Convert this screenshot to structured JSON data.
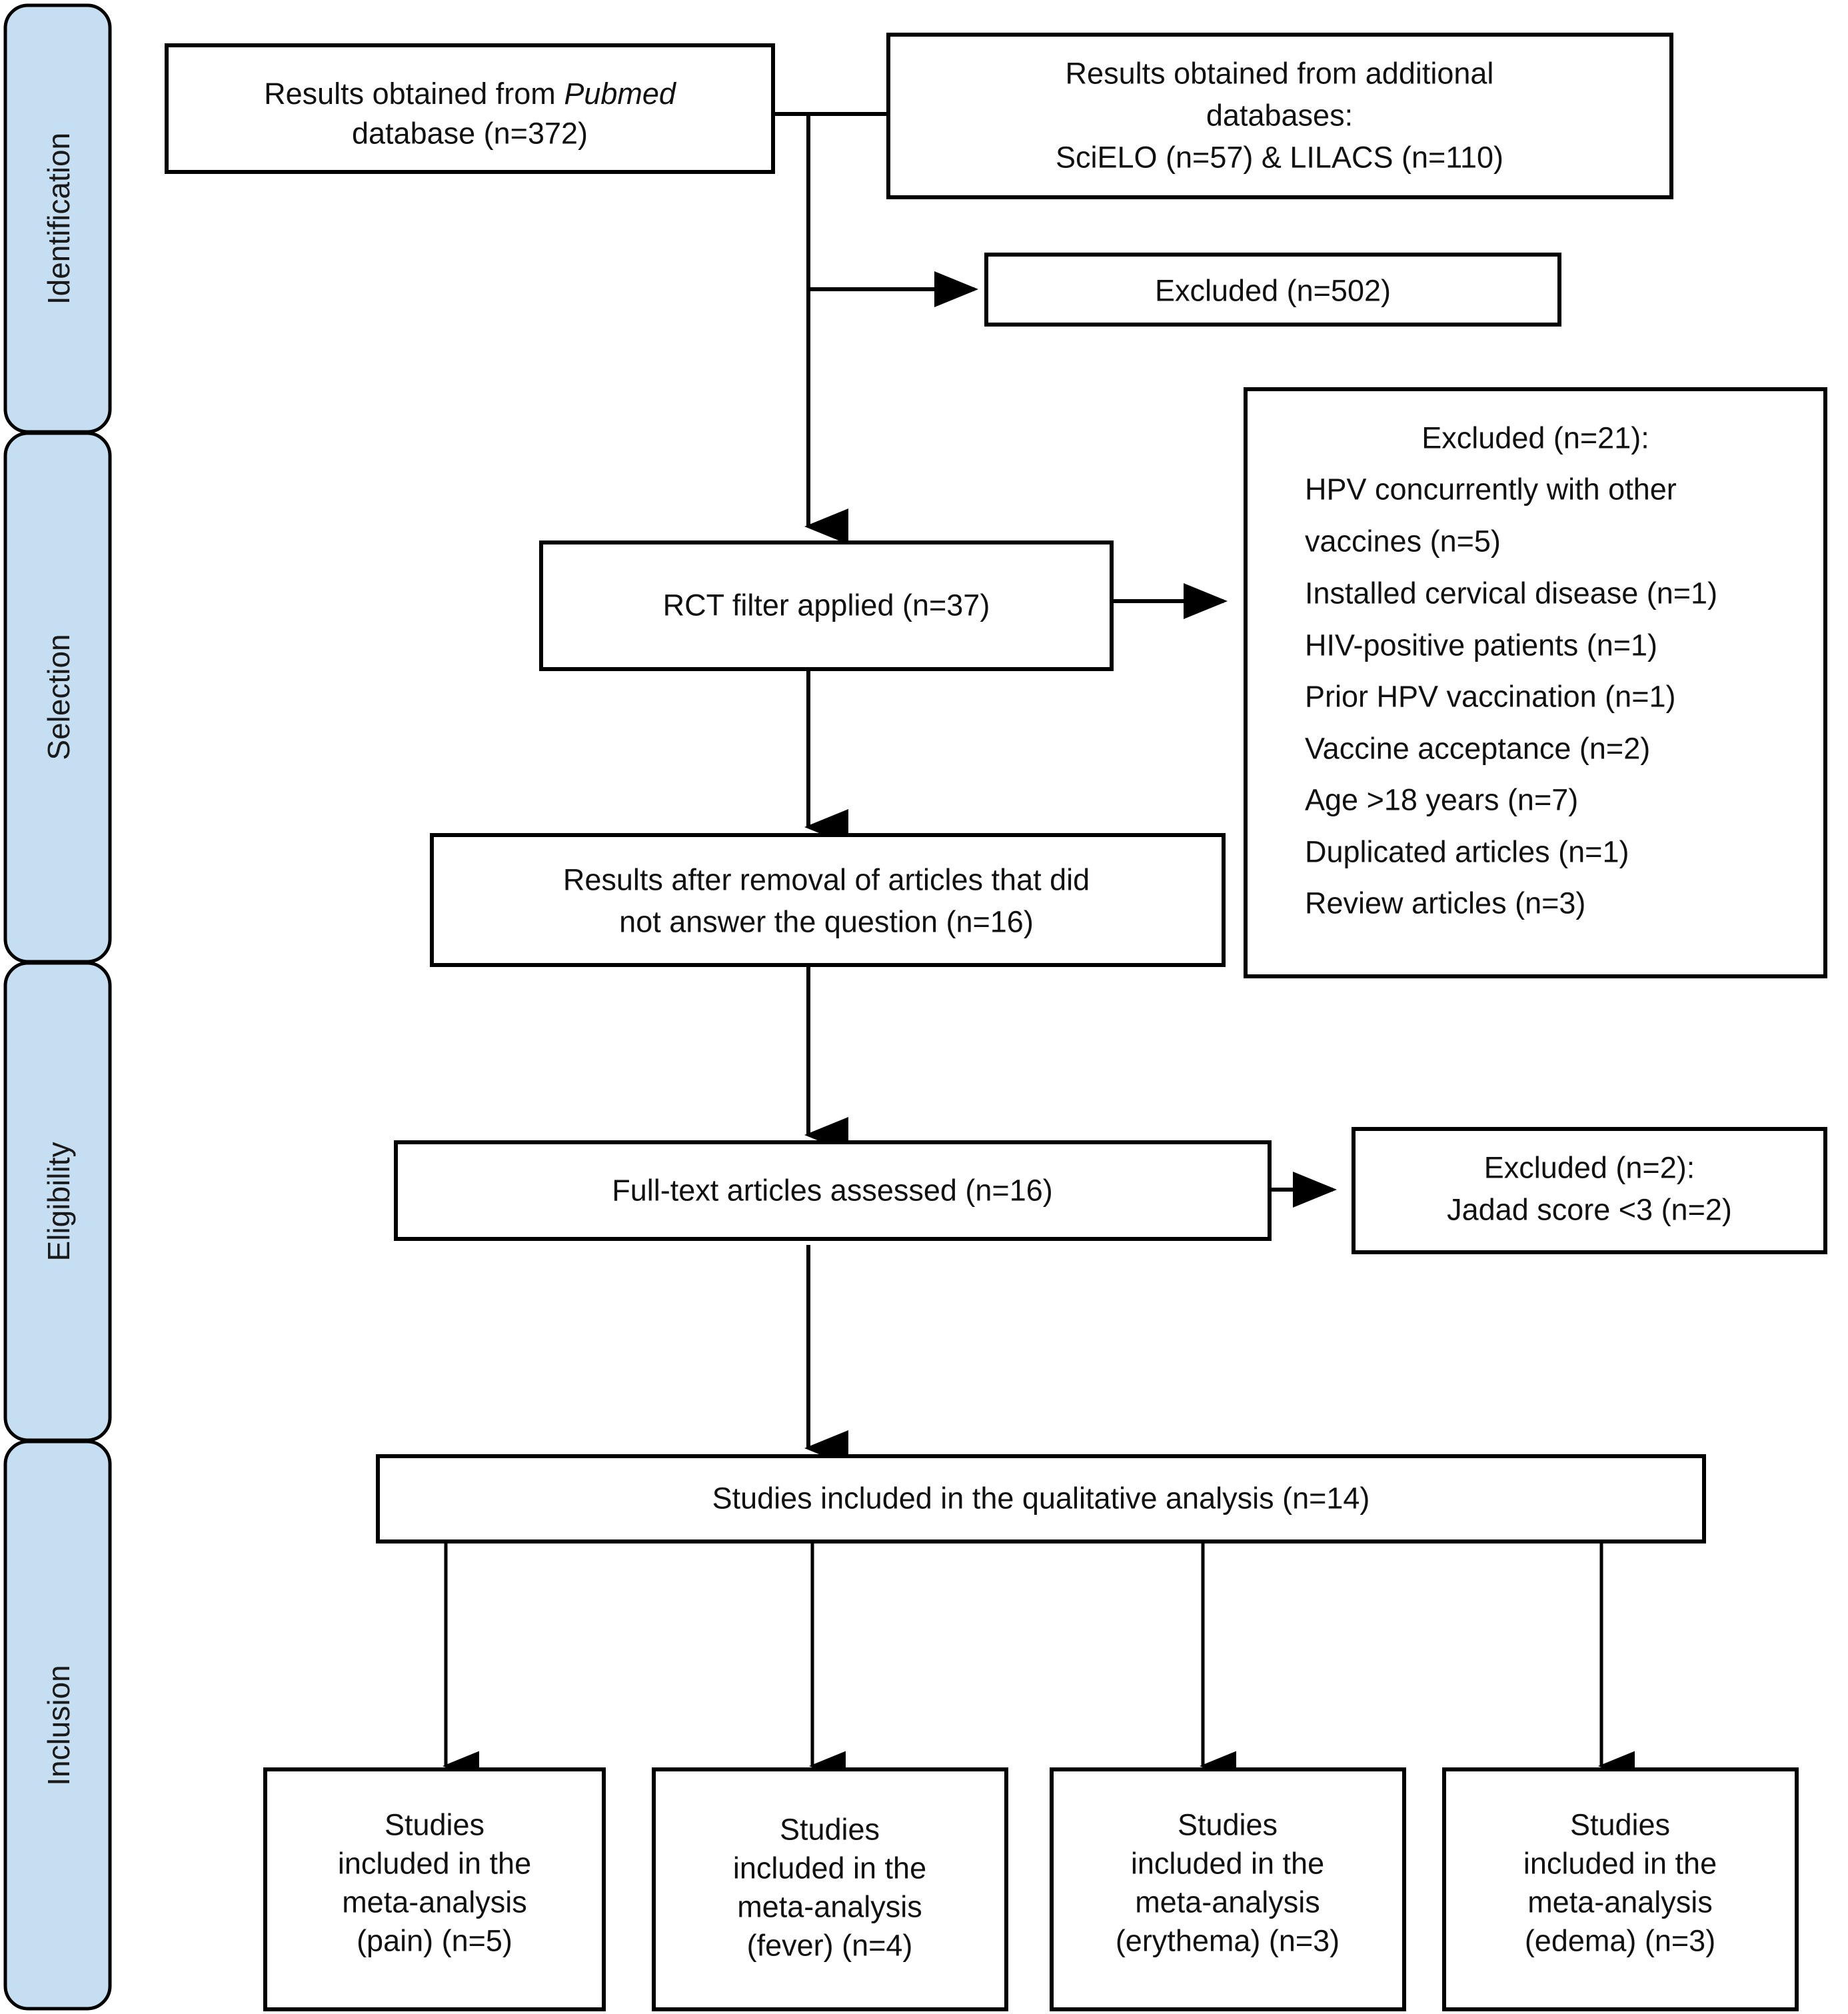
{
  "diagram": {
    "title": "PRISMA study selection flow diagram",
    "colors": {
      "stage_fill": "#c6def1",
      "stage_stroke": "#000000",
      "box_fill": "#ffffff",
      "box_stroke": "#000000",
      "text": "#111111"
    }
  },
  "stages": [
    {
      "id": "identification",
      "label": "Identification"
    },
    {
      "id": "selection",
      "label": "Selection"
    },
    {
      "id": "eligibility",
      "label": "Eligibility"
    },
    {
      "id": "inclusion",
      "label": "Inclusion"
    }
  ],
  "nodes": {
    "pubmed": {
      "line1_a": "Results obtained from ",
      "line1_b": "Pubmed",
      "line2": "database (n=372)"
    },
    "additional": {
      "line1": "Results obtained from additional",
      "line2": "databases:",
      "line3": "SciELO (n=57) & LILACS (n=110)"
    },
    "excluded_502": {
      "line1": "Excluded (n=502)"
    },
    "excluded_21": {
      "heading": "Excluded (n=21):",
      "items": [
        "HPV concurrently with other",
        "vaccines (n=5)",
        "Installed cervical disease (n=1)",
        "HIV-positive patients (n=1)",
        "Prior HPV vaccination (n=1)",
        "Vaccine acceptance (n=2)",
        "Age >18 years (n=7)",
        "Duplicated articles (n=1)",
        "Review articles (n=3)"
      ]
    },
    "rct_filter": {
      "line1": "RCT filter applied (n=37)"
    },
    "after_removal": {
      "line1": "Results after removal of articles that did",
      "line2": "not answer the question (n=16)"
    },
    "fulltext": {
      "line1": "Full-text articles assessed (n=16)"
    },
    "excluded_2": {
      "line1": "Excluded (n=2):",
      "line2": "Jadad score <3 (n=2)"
    },
    "qualitative": {
      "line1": "Studies included in the qualitative analysis (n=14)"
    },
    "meta_pain": {
      "line1": "Studies",
      "line2": "included in the",
      "line3": "meta-analysis",
      "line4": "(pain) (n=5)"
    },
    "meta_fever": {
      "line1": "Studies",
      "line2": "included in the",
      "line3": "meta-analysis",
      "line4": "(fever) (n=4)"
    },
    "meta_erythema": {
      "line1": "Studies",
      "line2": "included in the",
      "line3": "meta-analysis",
      "line4": "(erythema) (n=3)"
    },
    "meta_edema": {
      "line1": "Studies",
      "line2": "included in the",
      "line3": "meta-analysis",
      "line4": "(edema) (n=3)"
    }
  }
}
